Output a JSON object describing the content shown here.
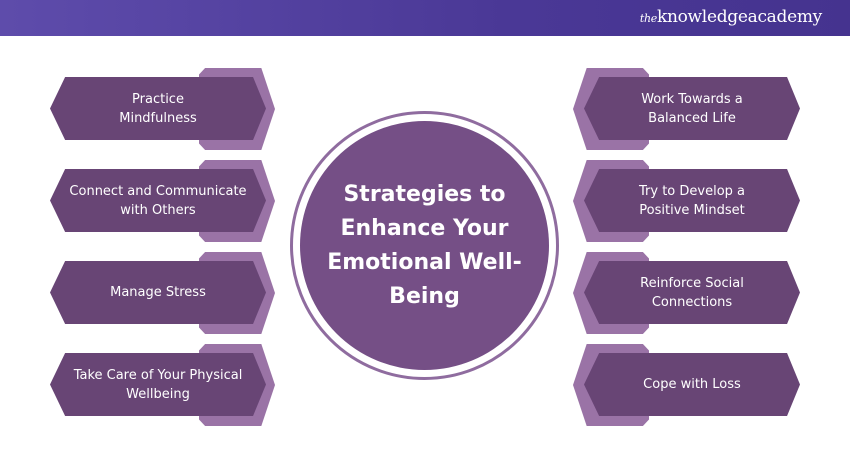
{
  "header": {
    "logo_prefix": "the",
    "logo_main": "knowledgeacademy"
  },
  "center": {
    "title": "Strategies to Enhance Your Emotional Well-Being"
  },
  "left_items": [
    {
      "label": "Practice Mindfulness"
    },
    {
      "label": "Connect and Communicate with Others"
    },
    {
      "label": "Manage Stress"
    },
    {
      "label": "Take Care of Your Physical Wellbeing"
    }
  ],
  "right_items": [
    {
      "label": "Work Towards a Balanced Life"
    },
    {
      "label": "Try to Develop a Positive Mindset"
    },
    {
      "label": "Reinforce Social Connections"
    },
    {
      "label": "Cope with Loss"
    }
  ],
  "colors": {
    "header": "#4a3896",
    "box": "#684575",
    "box_back": "#9a73a6",
    "circle": "#754f86",
    "ring": "#8f6c9f"
  }
}
